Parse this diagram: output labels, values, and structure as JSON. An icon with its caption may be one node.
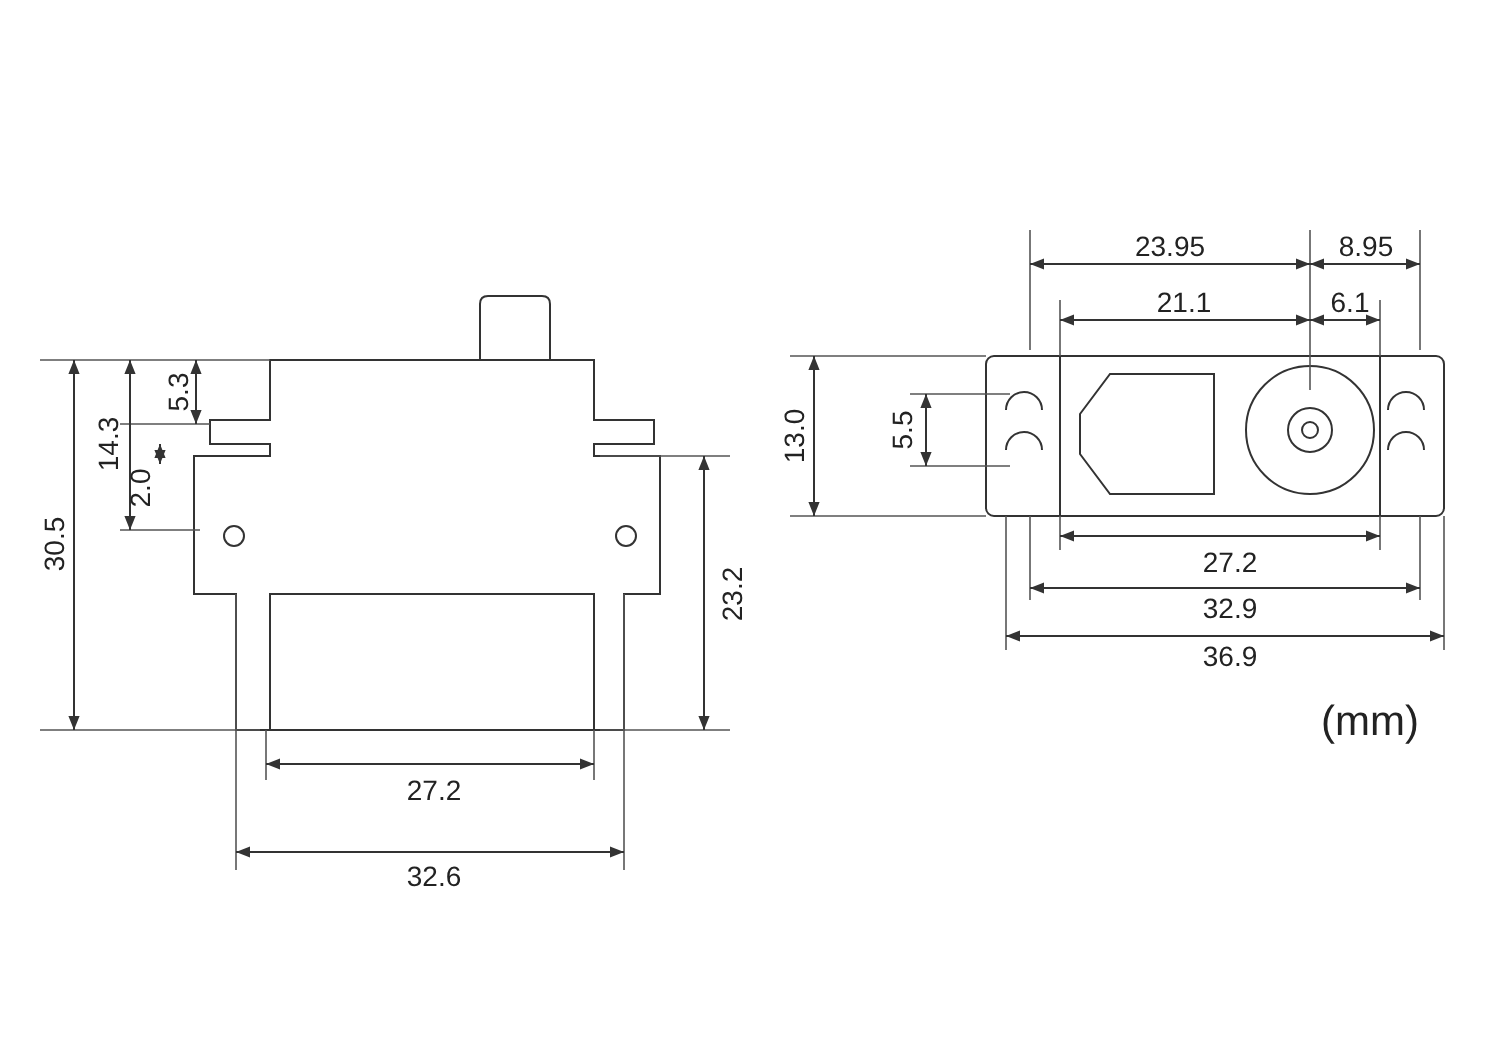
{
  "diagram": {
    "labels": [
      "23.95",
      "8.95",
      "21.1",
      "6.1",
      "13.0",
      "5.5",
      "30.5",
      "14.3",
      "5.3",
      "2.0",
      "23.2",
      "27.2",
      "32.9",
      "36.9",
      "27.2",
      "32.6",
      "(mm)"
    ]
  }
}
